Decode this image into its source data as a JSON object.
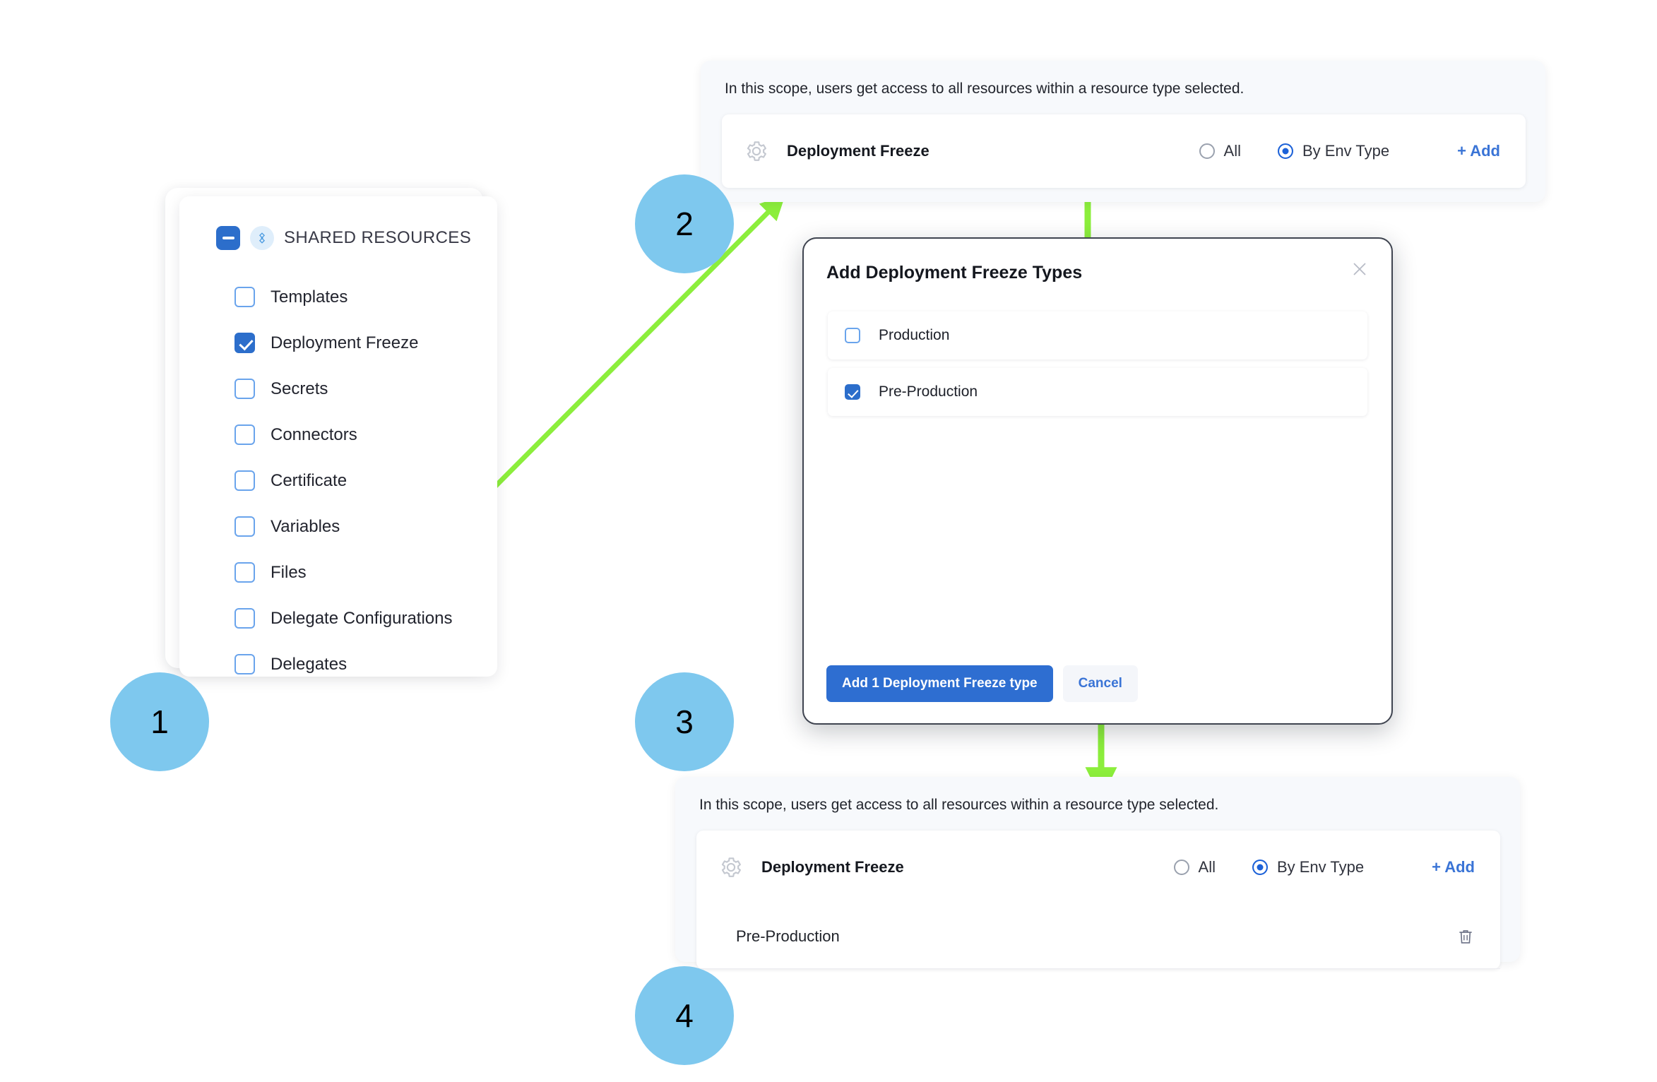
{
  "colors": {
    "badge_fill": "#7ec8ee",
    "badge_text": "#000000",
    "arrow_green": "#8cee3c",
    "accent_blue": "#2c6ecb",
    "link_blue": "#3a74d6",
    "radio_selected": "#1d62d8",
    "panel_bg": "#f7f9fc",
    "modal_border": "#3f4450"
  },
  "steps": [
    {
      "number": "1"
    },
    {
      "number": "2"
    },
    {
      "number": "3"
    },
    {
      "number": "4"
    }
  ],
  "shared_resources_panel": {
    "header": {
      "label": "SHARED RESOURCES",
      "collapse_icon": "minus-square-icon",
      "type_icon": "shared-resources-icon",
      "collapsed": false
    },
    "items": [
      {
        "label": "Templates",
        "checked": false
      },
      {
        "label": "Deployment Freeze",
        "checked": true
      },
      {
        "label": "Secrets",
        "checked": false
      },
      {
        "label": "Connectors",
        "checked": false
      },
      {
        "label": "Certificate",
        "checked": false
      },
      {
        "label": "Variables",
        "checked": false
      },
      {
        "label": "Files",
        "checked": false
      },
      {
        "label": "Delegate Configurations",
        "checked": false
      },
      {
        "label": "Delegates",
        "checked": false
      }
    ]
  },
  "scope_before": {
    "note": "In this scope, users get access to all resources within a resource type selected.",
    "resource_name": "Deployment Freeze",
    "resource_icon": "gear-icon",
    "radio_all_label": "All",
    "radio_env_label": "By Env Type",
    "selected_radio": "By Env Type",
    "add_label": "+ Add",
    "selected_values": []
  },
  "scope_after": {
    "note": "In this scope, users get access to all resources within a resource type selected.",
    "resource_name": "Deployment Freeze",
    "resource_icon": "gear-icon",
    "radio_all_label": "All",
    "radio_env_label": "By Env Type",
    "selected_radio": "By Env Type",
    "add_label": "+ Add",
    "selected_values": [
      {
        "label": "Pre-Production",
        "delete_icon": "trash-icon"
      }
    ]
  },
  "modal": {
    "title": "Add Deployment Freeze Types",
    "close_icon": "close-icon",
    "options": [
      {
        "label": "Production",
        "checked": false
      },
      {
        "label": "Pre-Production",
        "checked": true
      }
    ],
    "primary_button": "Add 1 Deployment Freeze type",
    "secondary_button": "Cancel"
  }
}
